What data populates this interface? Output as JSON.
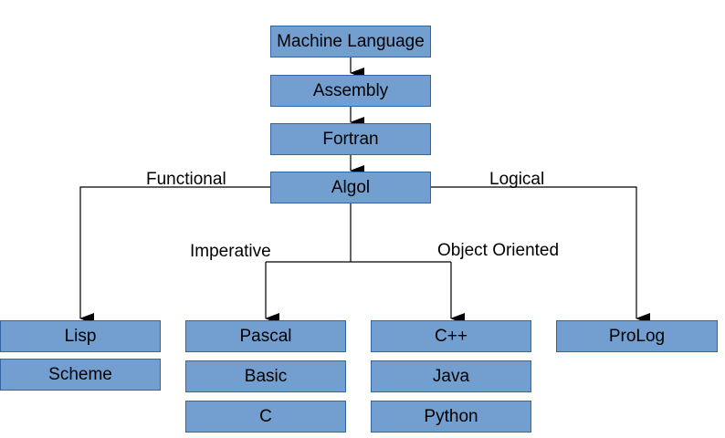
{
  "nodes": {
    "machine_language": "Machine Language",
    "assembly": "Assembly",
    "fortran": "Fortran",
    "algol": "Algol",
    "lisp": "Lisp",
    "scheme": "Scheme",
    "pascal": "Pascal",
    "basic": "Basic",
    "c": "C",
    "cpp": "C++",
    "java": "Java",
    "python": "Python",
    "prolog": "ProLog"
  },
  "edge_labels": {
    "functional": "Functional",
    "logical": "Logical",
    "imperative": "Imperative",
    "object_oriented": "Object Oriented"
  },
  "colors": {
    "node_fill": "#729fcf",
    "node_border": "#3465a4",
    "line": "#000000"
  }
}
